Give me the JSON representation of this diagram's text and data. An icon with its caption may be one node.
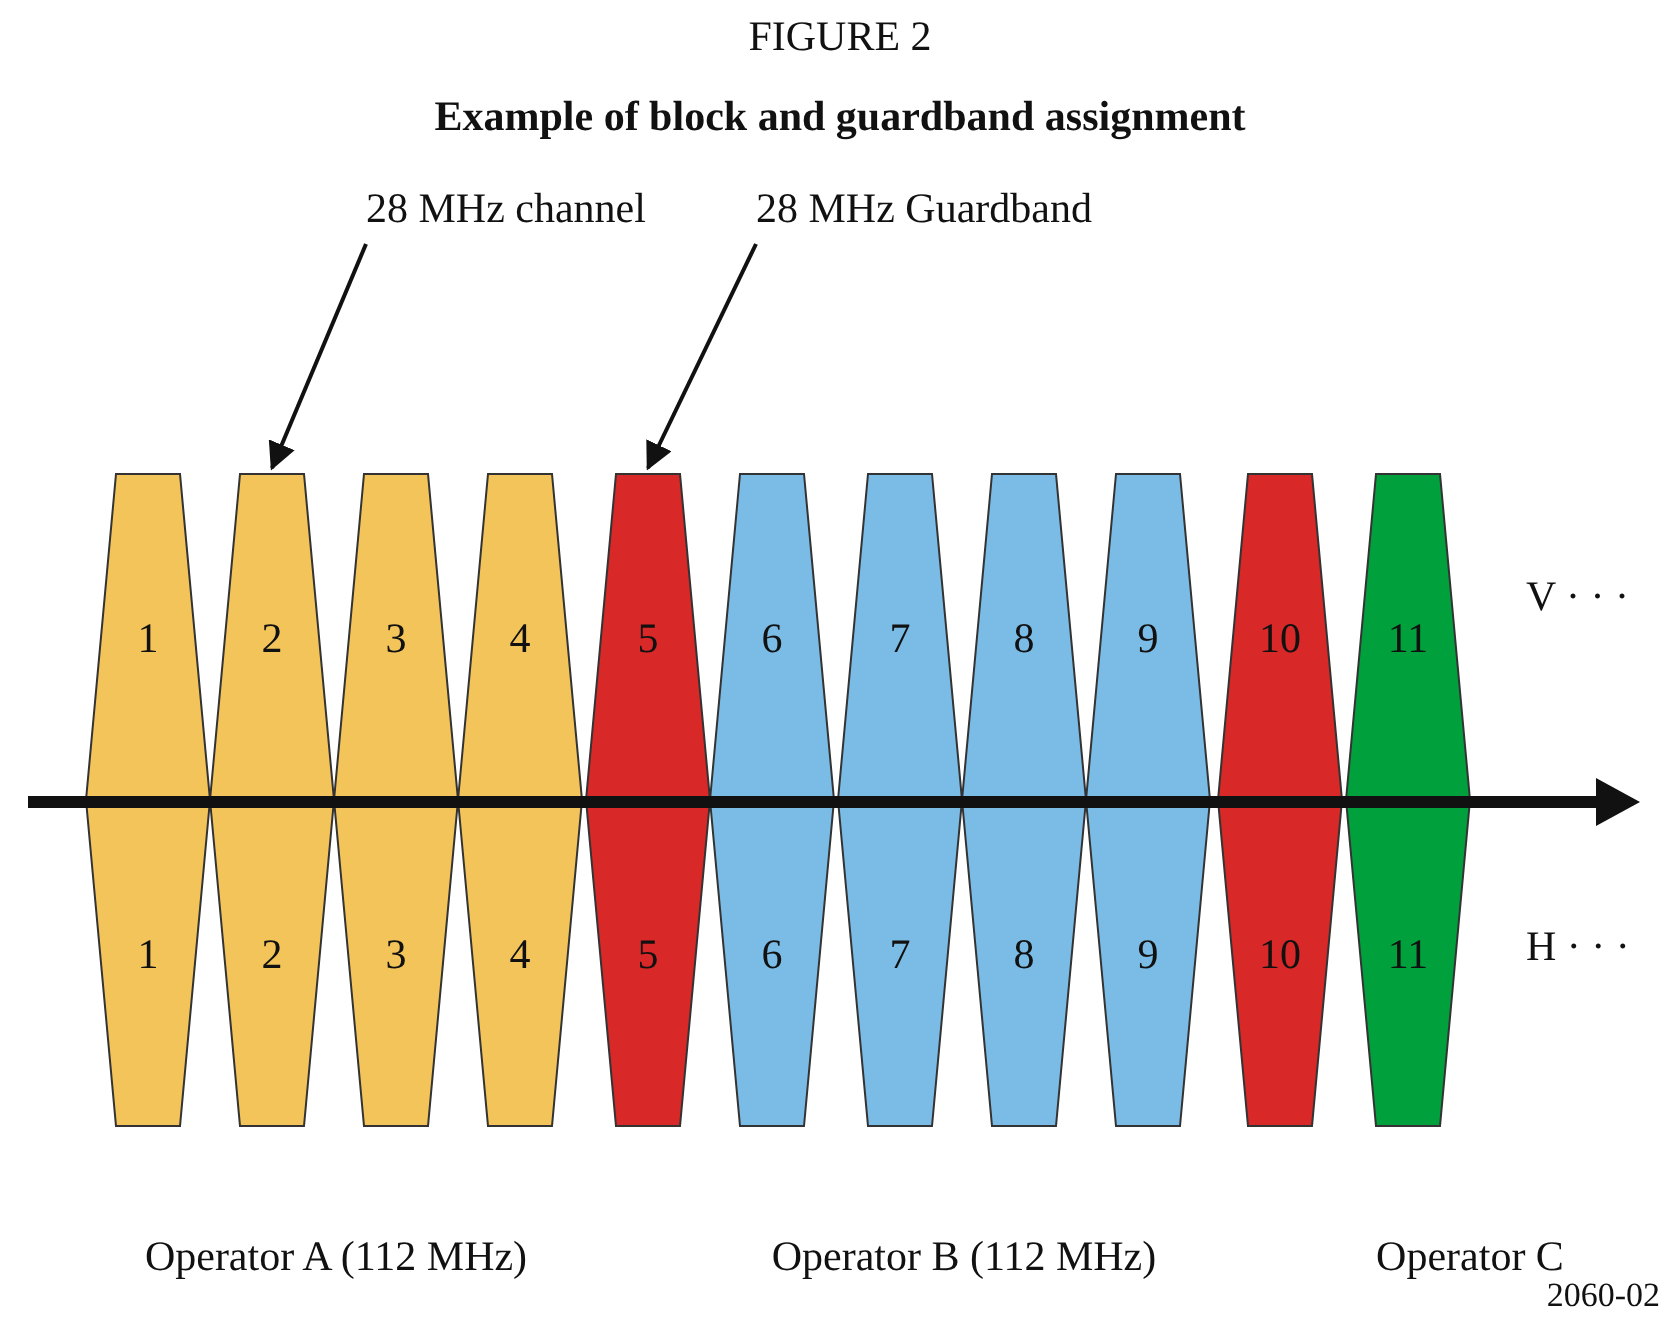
{
  "diagram": {
    "title": "Example of block and guardband assignment",
    "nodes": [
      {
        "text": [
          "28 MHz channel"
        ]
      },
      {
        "text": [
          "28 MHz Guardband"
        ]
      },
      {
        "text": [
          "1",
          "1"
        ]
      },
      {
        "text": [
          "2",
          "2"
        ]
      },
      {
        "text": [
          "3",
          "3"
        ]
      },
      {
        "text": [
          "4",
          "4"
        ]
      },
      {
        "text": [
          "5",
          "5"
        ]
      },
      {
        "text": [
          "6",
          "6"
        ]
      },
      {
        "text": [
          "7",
          "7"
        ]
      },
      {
        "text": [
          "8",
          "8"
        ]
      },
      {
        "text": [
          "9",
          "9"
        ]
      },
      {
        "text": [
          "10",
          "10"
        ]
      },
      {
        "text": [
          "11",
          "11"
        ]
      }
    ],
    "edges": [
      {
        "from": 0,
        "to": 3,
        "arrow": "to"
      },
      {
        "from": 1,
        "to": 6,
        "arrow": "to"
      }
    ],
    "labels": [
      "FIGURE 2",
      "V · · ·",
      "H · · ·",
      "Operator A (112 MHz)",
      "Operator B (112 MHz)",
      "Operator C",
      "2060-02"
    ]
  }
}
